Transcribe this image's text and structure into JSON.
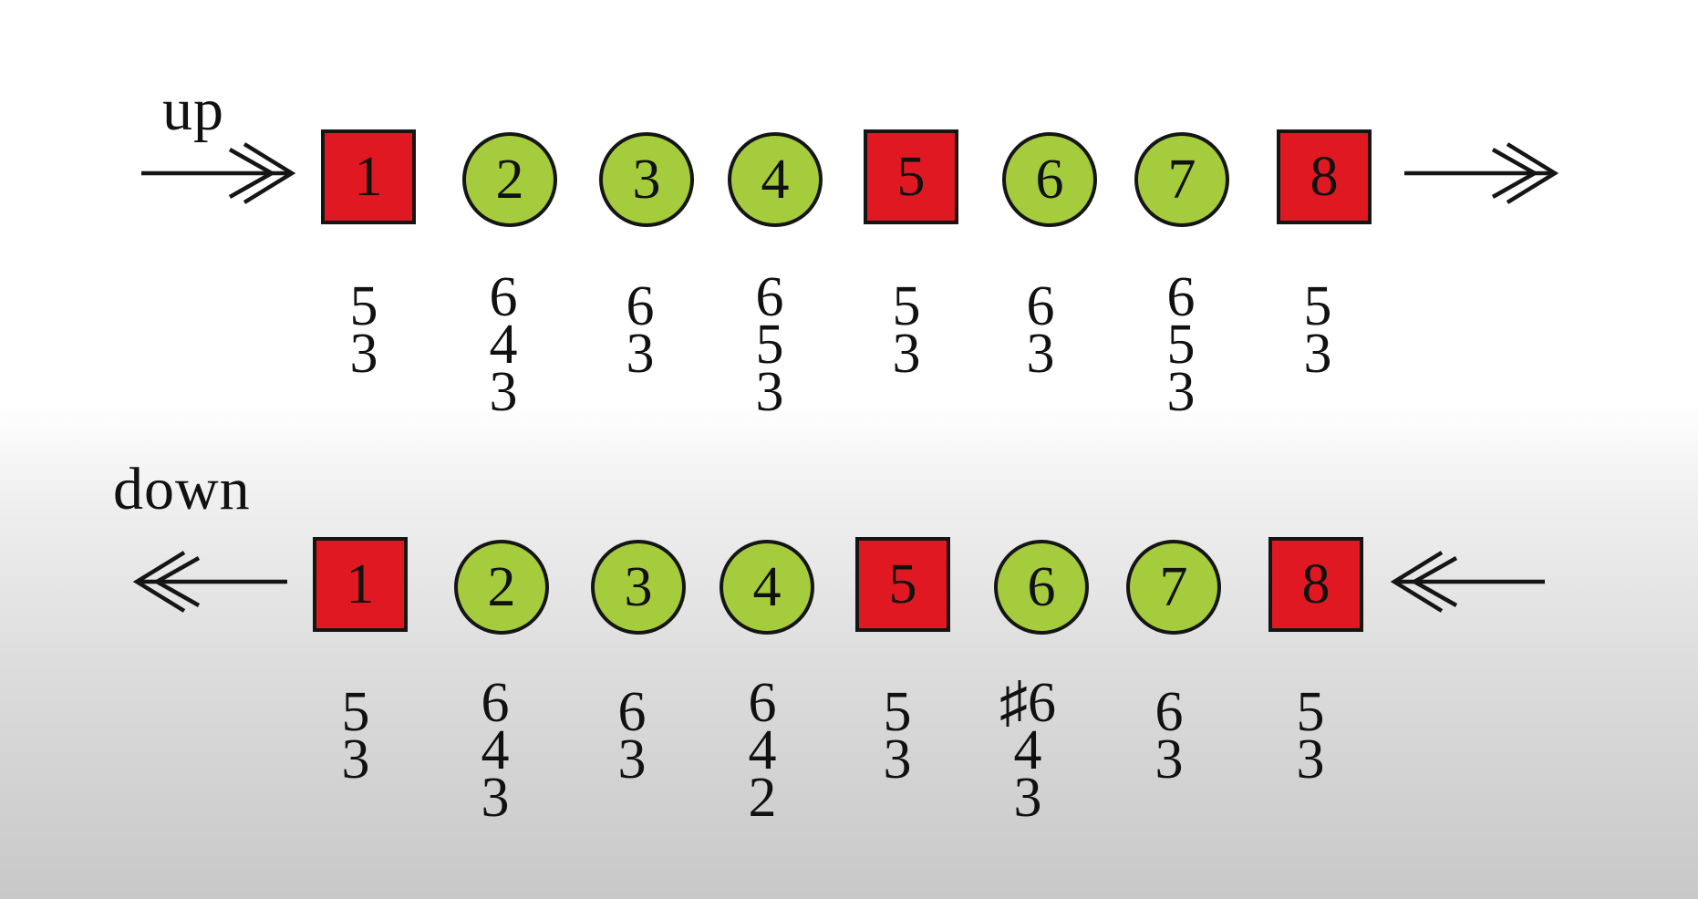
{
  "colors": {
    "tonic_dominant": "#e01822",
    "other_degrees": "#a5cc3c",
    "stroke": "#151515"
  },
  "rows": [
    {
      "direction": "up",
      "label": "up",
      "arrows": "right-pointing double-headed arrows",
      "degrees": [
        {
          "label": "1",
          "shape": "square"
        },
        {
          "label": "2",
          "shape": "circle"
        },
        {
          "label": "3",
          "shape": "circle"
        },
        {
          "label": "4",
          "shape": "circle"
        },
        {
          "label": "5",
          "shape": "square"
        },
        {
          "label": "6",
          "shape": "circle"
        },
        {
          "label": "7",
          "shape": "circle"
        },
        {
          "label": "8",
          "shape": "square"
        }
      ],
      "figures": [
        [
          "5",
          "3"
        ],
        [
          "6",
          "4",
          "3"
        ],
        [
          "6",
          "3"
        ],
        [
          "6",
          "5",
          "3"
        ],
        [
          "5",
          "3"
        ],
        [
          "6",
          "3"
        ],
        [
          "6",
          "5",
          "3"
        ],
        [
          "5",
          "3"
        ]
      ]
    },
    {
      "direction": "down",
      "label": "down",
      "arrows": "left-pointing double-headed arrows",
      "degrees": [
        {
          "label": "1",
          "shape": "square"
        },
        {
          "label": "2",
          "shape": "circle"
        },
        {
          "label": "3",
          "shape": "circle"
        },
        {
          "label": "4",
          "shape": "circle"
        },
        {
          "label": "5",
          "shape": "square"
        },
        {
          "label": "6",
          "shape": "circle"
        },
        {
          "label": "7",
          "shape": "circle"
        },
        {
          "label": "8",
          "shape": "square"
        }
      ],
      "figures": [
        [
          "5",
          "3"
        ],
        [
          "6",
          "4",
          "3"
        ],
        [
          "6",
          "3"
        ],
        [
          "6",
          "4",
          "2"
        ],
        [
          "5",
          "3"
        ],
        [
          "♯6",
          "4",
          "3"
        ],
        [
          "6",
          "3"
        ],
        [
          "5",
          "3"
        ]
      ]
    }
  ]
}
